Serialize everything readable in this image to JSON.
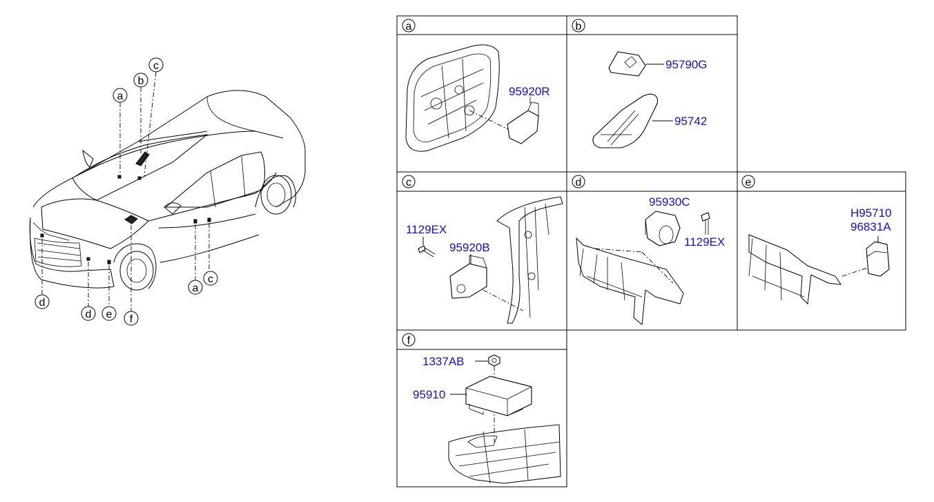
{
  "overview": {
    "callouts": {
      "a_top": "a",
      "b_top": "b",
      "c_top": "c",
      "a_side": "a",
      "c_side": "c",
      "d_left": "d",
      "d_mid": "d",
      "e": "e",
      "f": "f"
    }
  },
  "panels": {
    "a": {
      "letter": "a",
      "parts": [
        "95920R"
      ]
    },
    "b": {
      "letter": "b",
      "parts": [
        "95790G",
        "95742"
      ]
    },
    "c": {
      "letter": "c",
      "parts": [
        "1129EX",
        "95920B"
      ]
    },
    "d": {
      "letter": "d",
      "parts": [
        "95930C",
        "1129EX"
      ]
    },
    "e": {
      "letter": "e",
      "parts": [
        "H95710",
        "96831A"
      ]
    },
    "f": {
      "letter": "f",
      "parts": [
        "1337AB",
        "95910"
      ]
    }
  },
  "colors": {
    "part_number": "#1010cc",
    "line": "#000000",
    "background": "#ffffff"
  }
}
